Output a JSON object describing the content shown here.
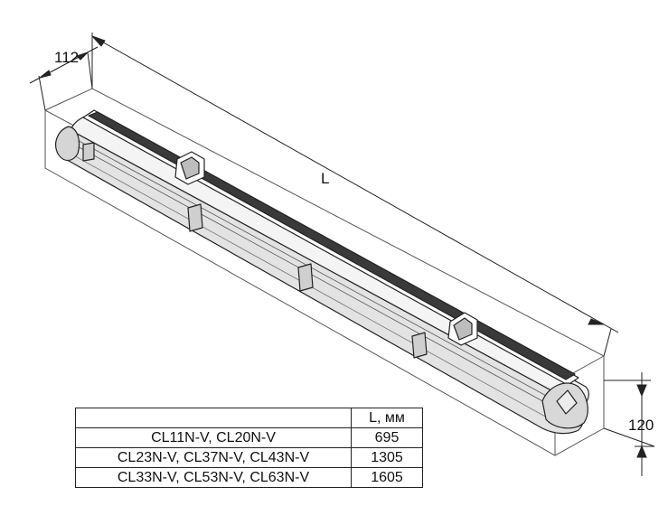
{
  "dimensions": {
    "width_label": "112",
    "length_label": "L",
    "height_label": "120"
  },
  "table": {
    "header": {
      "model": "",
      "length": "L, мм"
    },
    "rows": [
      {
        "model": "CL11N-V, CL20N-V",
        "length": "695"
      },
      {
        "model": "CL23N-V, CL37N-V, CL43N-V",
        "length": "1305"
      },
      {
        "model": "CL33N-V, CL53N-V, CL63N-V",
        "length": "1605"
      }
    ]
  }
}
